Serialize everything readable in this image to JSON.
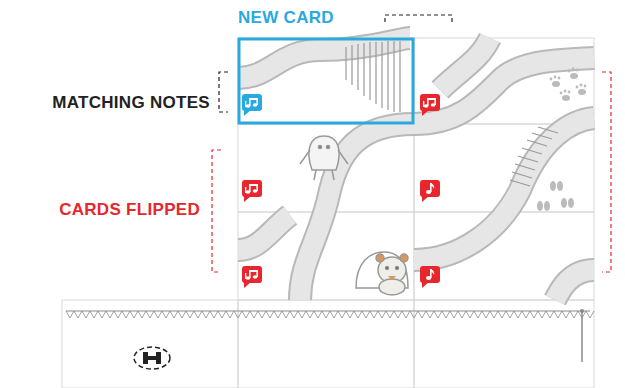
{
  "diagram": {
    "labels": [
      "NEW CARD",
      "MATCHING NOTES",
      "CARDS FLIPPED"
    ]
  }
}
